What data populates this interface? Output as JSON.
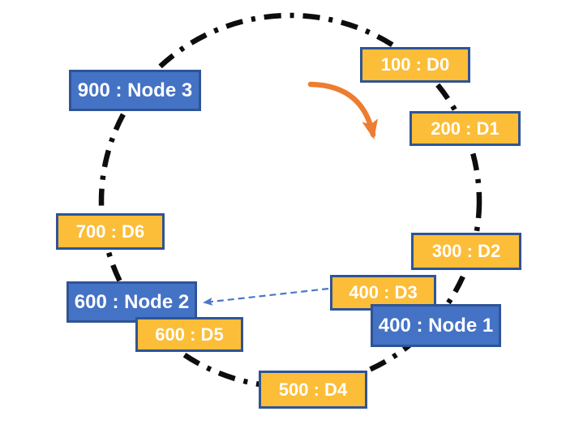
{
  "colors": {
    "background": "#FFFFFF",
    "data-box-fill": "#FCBD38",
    "node-box-fill": "#4472C4",
    "box-border": "#2F5496",
    "ring-stroke": "#0D0D0D",
    "direction-arrow": "#ED7D31",
    "assignment-arrow": "#4C77C9",
    "box-text": "#FFFFFF"
  },
  "ring": {
    "style": "dash-dot-ellipse",
    "items": [
      {
        "label": "100 : D0",
        "type": "data"
      },
      {
        "label": "200 : D1",
        "type": "data"
      },
      {
        "label": "300 : D2",
        "type": "data"
      },
      {
        "label": "400 : D3",
        "type": "data"
      },
      {
        "label": "400 : Node 1",
        "type": "node"
      },
      {
        "label": "500 : D4",
        "type": "data"
      },
      {
        "label": "600 : D5",
        "type": "data"
      },
      {
        "label": "600 : Node 2",
        "type": "node"
      },
      {
        "label": "700 : D6",
        "type": "data"
      },
      {
        "label": "900 : Node 3",
        "type": "node"
      }
    ]
  },
  "arrows": {
    "clockwise_direction": {
      "color": "#ED7D31",
      "style": "solid-curved"
    },
    "assignment": {
      "color": "#4C77C9",
      "style": "dashed",
      "from_label": "400 : D3",
      "to_label": "600 : Node 2"
    }
  }
}
